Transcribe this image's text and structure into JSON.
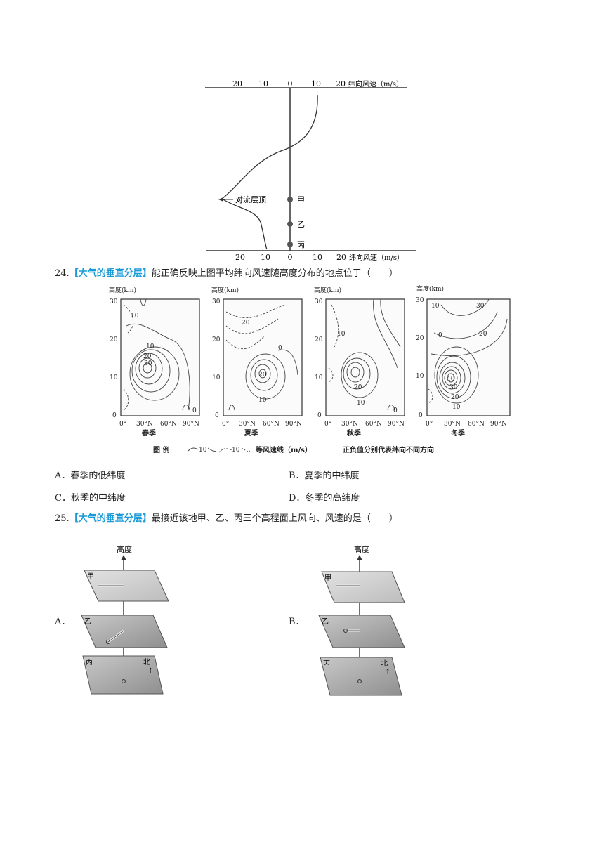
{
  "top_diagram": {
    "top_axis_ticks": [
      "20",
      "10",
      "0",
      "10",
      "20"
    ],
    "bottom_axis_ticks": [
      "20",
      "10",
      "0",
      "10",
      "20"
    ],
    "axis_label": "纬向风速（m/s）",
    "tropopause_label": "对流层顶",
    "points": [
      "甲",
      "乙",
      "丙"
    ]
  },
  "q24": {
    "number": "24.",
    "tag": "【大气的垂直分层】",
    "text": "能正确反映上图平均纬向风速随高度分布的地点位于（　　）",
    "figure": {
      "y_axis_label": "高度(km)",
      "y_ticks": [
        "30",
        "20",
        "10",
        "0"
      ],
      "x_ticks": [
        "0°",
        "30°N",
        "60°N",
        "90°N"
      ],
      "panels": [
        {
          "season": "春季",
          "labels": [
            "10",
            "10",
            "20",
            "30",
            "0"
          ]
        },
        {
          "season": "夏季",
          "labels": [
            "20",
            "20",
            "10",
            "0"
          ]
        },
        {
          "season": "秋季",
          "labels": [
            "10",
            "20",
            "10",
            "0"
          ]
        },
        {
          "season": "冬季",
          "labels": [
            "10",
            "30",
            "20",
            "0",
            "40",
            "30",
            "20",
            "10"
          ]
        }
      ],
      "legend_title": "图 例",
      "legend_solid": "10",
      "legend_dashed": "-10",
      "legend_text": "等风速线（m/s）",
      "legend_note": "正负值分别代表纬向不同方向"
    },
    "options": {
      "A": "A．春季的低纬度",
      "B": "B．夏季的中纬度",
      "C": "C．秋季的中纬度",
      "D": "D．冬季的高纬度"
    }
  },
  "q25": {
    "number": "25.",
    "tag": "【大气的垂直分层】",
    "text": "最接近该地甲、乙、丙三个高程面上风向、风速的是（　　）",
    "option_a": "A．",
    "option_b": "B．",
    "height_label": "高度",
    "plane_labels": [
      "甲",
      "乙",
      "丙"
    ],
    "north_label": "北",
    "north_arrow": "↑"
  }
}
